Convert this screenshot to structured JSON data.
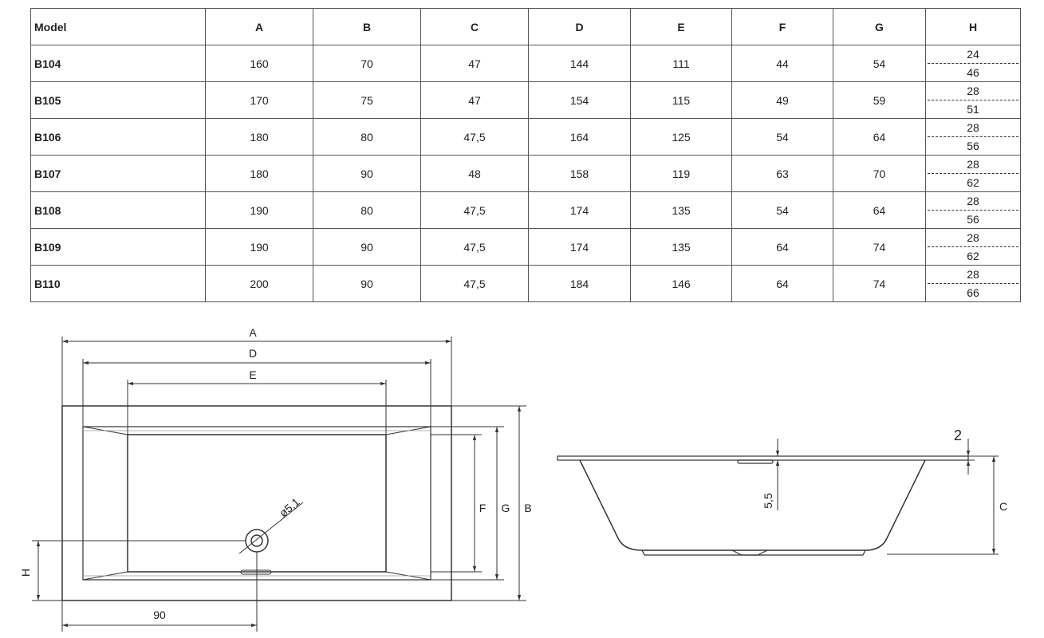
{
  "table": {
    "headers": [
      "Model",
      "A",
      "B",
      "C",
      "D",
      "E",
      "F",
      "G",
      "H"
    ],
    "rows": [
      {
        "model": "B104",
        "a": "160",
        "b": "70",
        "c": "47",
        "d": "144",
        "e": "111",
        "f": "44",
        "g": "54",
        "h_top": "24",
        "h_bottom": "46"
      },
      {
        "model": "B105",
        "a": "170",
        "b": "75",
        "c": "47",
        "d": "154",
        "e": "115",
        "f": "49",
        "g": "59",
        "h_top": "28",
        "h_bottom": "51"
      },
      {
        "model": "B106",
        "a": "180",
        "b": "80",
        "c": "47,5",
        "d": "164",
        "e": "125",
        "f": "54",
        "g": "64",
        "h_top": "28",
        "h_bottom": "56"
      },
      {
        "model": "B107",
        "a": "180",
        "b": "90",
        "c": "48",
        "d": "158",
        "e": "119",
        "f": "63",
        "g": "70",
        "h_top": "28",
        "h_bottom": "62"
      },
      {
        "model": "B108",
        "a": "190",
        "b": "80",
        "c": "47,5",
        "d": "174",
        "e": "135",
        "f": "54",
        "g": "64",
        "h_top": "28",
        "h_bottom": "56"
      },
      {
        "model": "B109",
        "a": "190",
        "b": "90",
        "c": "47,5",
        "d": "174",
        "e": "135",
        "f": "64",
        "g": "74",
        "h_top": "28",
        "h_bottom": "62"
      },
      {
        "model": "B110",
        "a": "200",
        "b": "90",
        "c": "47,5",
        "d": "184",
        "e": "146",
        "f": "64",
        "g": "74",
        "h_top": "28",
        "h_bottom": "66"
      }
    ]
  },
  "drawing": {
    "top_view": {
      "label_a": "A",
      "label_d": "D",
      "label_e": "E",
      "label_f": "F",
      "label_g": "G",
      "label_b": "B",
      "label_h": "H",
      "label_90": "90",
      "label_drain": "ø5,1"
    },
    "side_view": {
      "label_2": "2",
      "label_5_5": "5,5",
      "label_c": "C"
    }
  }
}
